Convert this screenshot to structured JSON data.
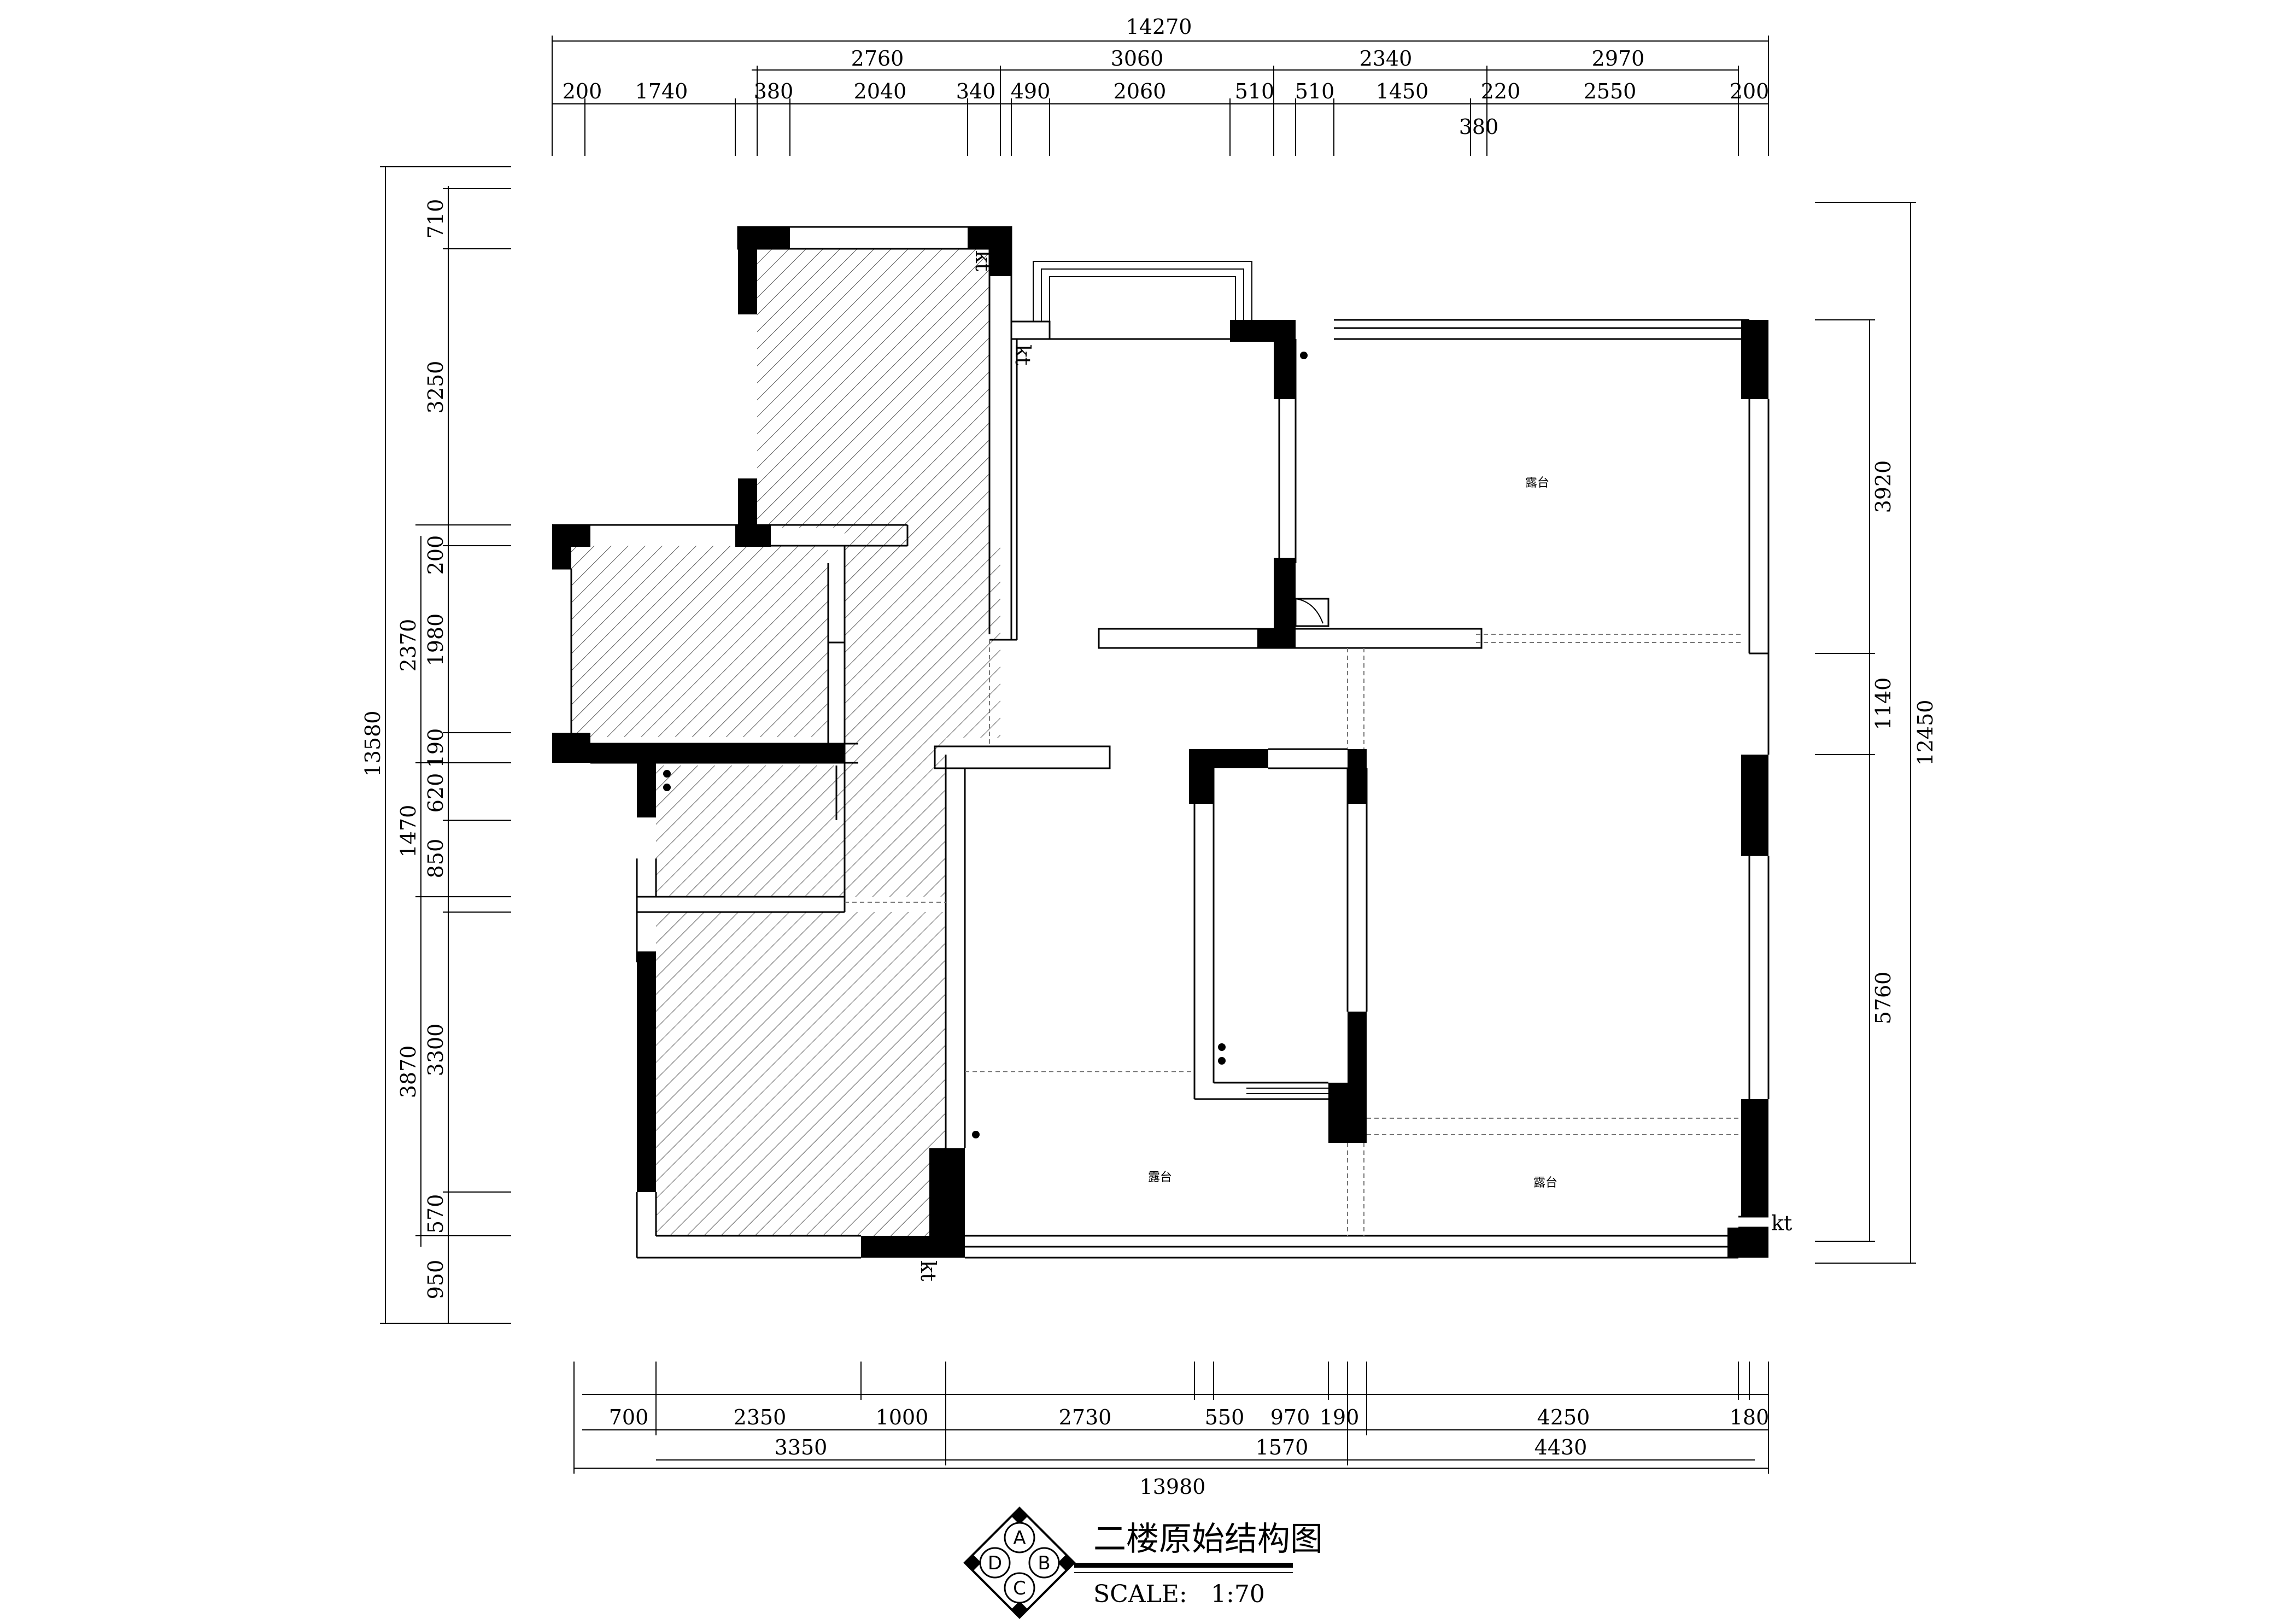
{
  "drawing": {
    "title": "二楼原始结构图",
    "scale_label": "SCALE:",
    "scale_value": "1:70",
    "badges": [
      "A",
      "B",
      "C",
      "D"
    ]
  },
  "labels": {
    "balcony": "露台",
    "kt": "kt"
  },
  "dimensions": {
    "top_total": "14270",
    "top_row1": [
      "2760",
      "3060",
      "2340",
      "2970"
    ],
    "top_row2": [
      "200",
      "1740",
      "380",
      "2040",
      "340",
      "490",
      "2060",
      "510",
      "510",
      "1450",
      "220",
      "2550",
      "200"
    ],
    "top_extra": "380",
    "bottom_total": "13980",
    "bottom_row1": [
      "700",
      "2350",
      "1000",
      "2730",
      "550",
      "970",
      "190",
      "4250",
      "180"
    ],
    "bottom_row2": [
      "3350",
      "1570",
      "4430"
    ],
    "left_total": "13580",
    "left_row1": [
      "2370",
      "1470",
      "3870"
    ],
    "left_row2": [
      "710",
      "3250",
      "200",
      "1980",
      "190",
      "620",
      "850",
      "3300",
      "570",
      "950"
    ],
    "right_total": "12450",
    "right_row1": [
      "3920",
      "1140",
      "5760"
    ]
  }
}
